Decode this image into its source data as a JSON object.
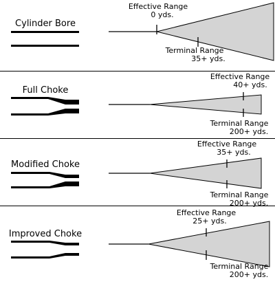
{
  "colors": {
    "pattern_fill": "#d4d4d4",
    "stroke": "#000000",
    "divider": "#000000",
    "background": "#ffffff"
  },
  "panels": [
    {
      "id": "cylinder-bore",
      "label": "Cylinder Bore",
      "effective_title": "Effective Range",
      "effective_value": "0 yds.",
      "terminal_title": "Terminal Range",
      "terminal_value": "35+ yds."
    },
    {
      "id": "full-choke",
      "label": "Full Choke",
      "effective_title": "Effective Range",
      "effective_value": "40+ yds.",
      "terminal_title": "Terminal Range",
      "terminal_value": "200+ yds."
    },
    {
      "id": "modified-choke",
      "label": "Modified Choke",
      "effective_title": "Effective Range",
      "effective_value": "35+ yds.",
      "terminal_title": "Terminal Range",
      "terminal_value": "200+ yds."
    },
    {
      "id": "improved-choke",
      "label": "Improved Choke",
      "effective_title": "Effective Range",
      "effective_value": "25+ yds.",
      "terminal_title": "Terminal Range",
      "terminal_value": "200+ yds."
    }
  ]
}
